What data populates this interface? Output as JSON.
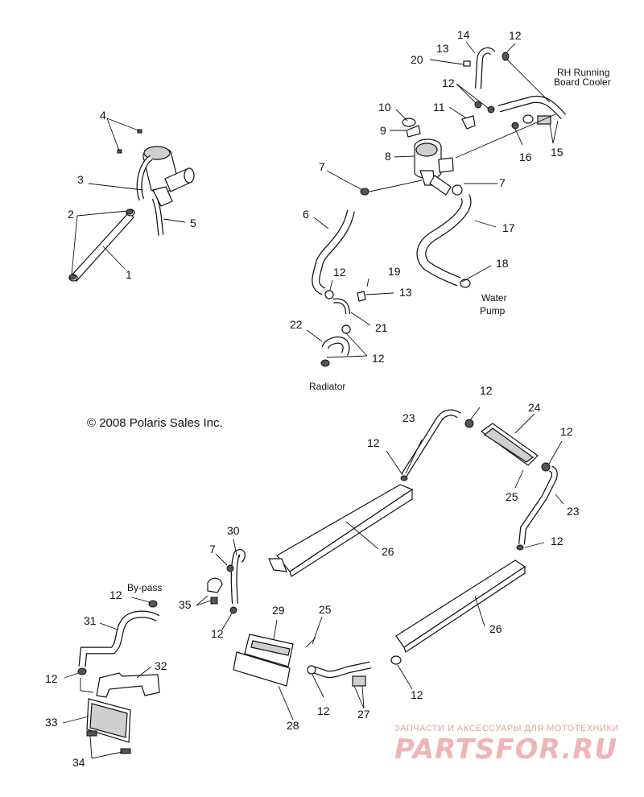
{
  "copyright": "© 2008 Polaris Sales Inc.",
  "annotations": {
    "rh_cooler": [
      "RH Running",
      "Board Cooler"
    ],
    "water_pump": [
      "Water",
      "Pump"
    ],
    "radiator": "Radiator",
    "bypass": "By-pass"
  },
  "callouts": [
    "1",
    "2",
    "3",
    "4",
    "5",
    "6",
    "7",
    "7",
    "7",
    "8",
    "9",
    "10",
    "11",
    "12",
    "12",
    "12",
    "12",
    "12",
    "12",
    "12",
    "12",
    "12",
    "12",
    "12",
    "12",
    "12",
    "13",
    "13",
    "14",
    "15",
    "16",
    "17",
    "18",
    "19",
    "20",
    "21",
    "22",
    "23",
    "23",
    "24",
    "25",
    "25",
    "26",
    "26",
    "27",
    "28",
    "29",
    "30",
    "31",
    "32",
    "33",
    "34",
    "35"
  ],
  "watermark": {
    "line1": "ЗАПЧАСТИ И АКСЕССУАРЫ ДЛЯ МОТОТЕХНИКИ",
    "line2": "PARTSFOR.RU"
  }
}
